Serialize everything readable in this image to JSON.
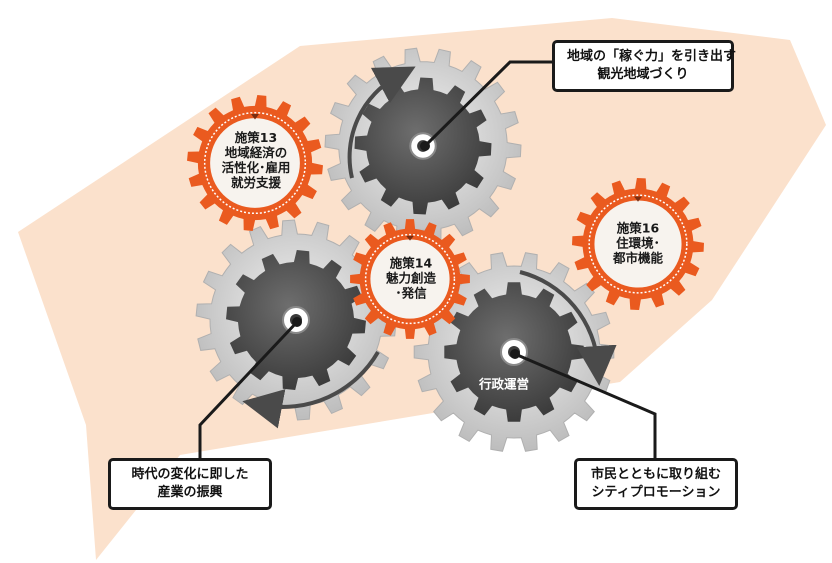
{
  "colors": {
    "arrow_fill": "#fbe1cc",
    "orange_gear": "#ea5a1f",
    "orange_gear_inner": "#f7f3ee",
    "gray_gear_light": "#d6d6d6",
    "gray_gear_dark": "#5a5a5a",
    "callout_border": "#1a1a1a",
    "rotation_arrow": "#4a4a4a"
  },
  "callouts": {
    "top_right": {
      "line1": "地域の「稼ぐ力」を引き出す",
      "line2": "観光地域づくり"
    },
    "bottom_left": {
      "line1": "時代の変化に即した",
      "line2": "産業の振興"
    },
    "bottom_right": {
      "line1": "市民とともに取り組む",
      "line2": "シティプロモーション"
    }
  },
  "orange_gears": {
    "policy13": {
      "line1": "施策13",
      "line2": "地域経済の",
      "line3": "活性化･雇用",
      "line4": "就労支援"
    },
    "policy14": {
      "line1": "施策14",
      "line2": "魅力創造",
      "line3": "･発信"
    },
    "policy16": {
      "line1": "施策16",
      "line2": "住環境･",
      "line3": "都市機能"
    }
  },
  "gray_gears": {
    "administration": {
      "label": "行政運営"
    }
  }
}
